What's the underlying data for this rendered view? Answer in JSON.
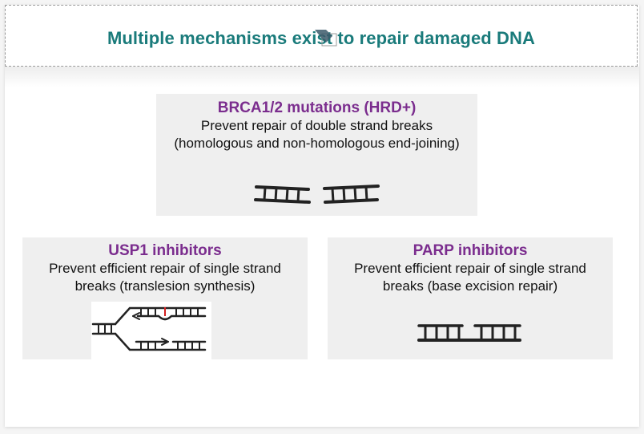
{
  "title": "Multiple mechanisms exist to repair damaged DNA",
  "colors": {
    "title": "#1a7b7b",
    "heading": "#7b2d8e",
    "box_background": "#efefef",
    "dna": "#222222",
    "lesion": "#d42020"
  },
  "boxes": {
    "brca": {
      "heading": "BRCA1/2 mutations (HRD+)",
      "line1": "Prevent repair of double strand breaks",
      "line2": "(homologous and non-homologous end-joining)",
      "icon": "double-strand-break-dna-icon"
    },
    "usp1": {
      "heading": "USP1 inhibitors",
      "line1": "Prevent efficient repair of single strand",
      "line2": "breaks (translesion synthesis)",
      "icon": "replication-fork-dna-icon"
    },
    "parp": {
      "heading": "PARP inhibitors",
      "line1": "Prevent efficient repair of single strand",
      "line2": "breaks (base excision repair)",
      "icon": "single-strand-break-dna-icon"
    }
  }
}
